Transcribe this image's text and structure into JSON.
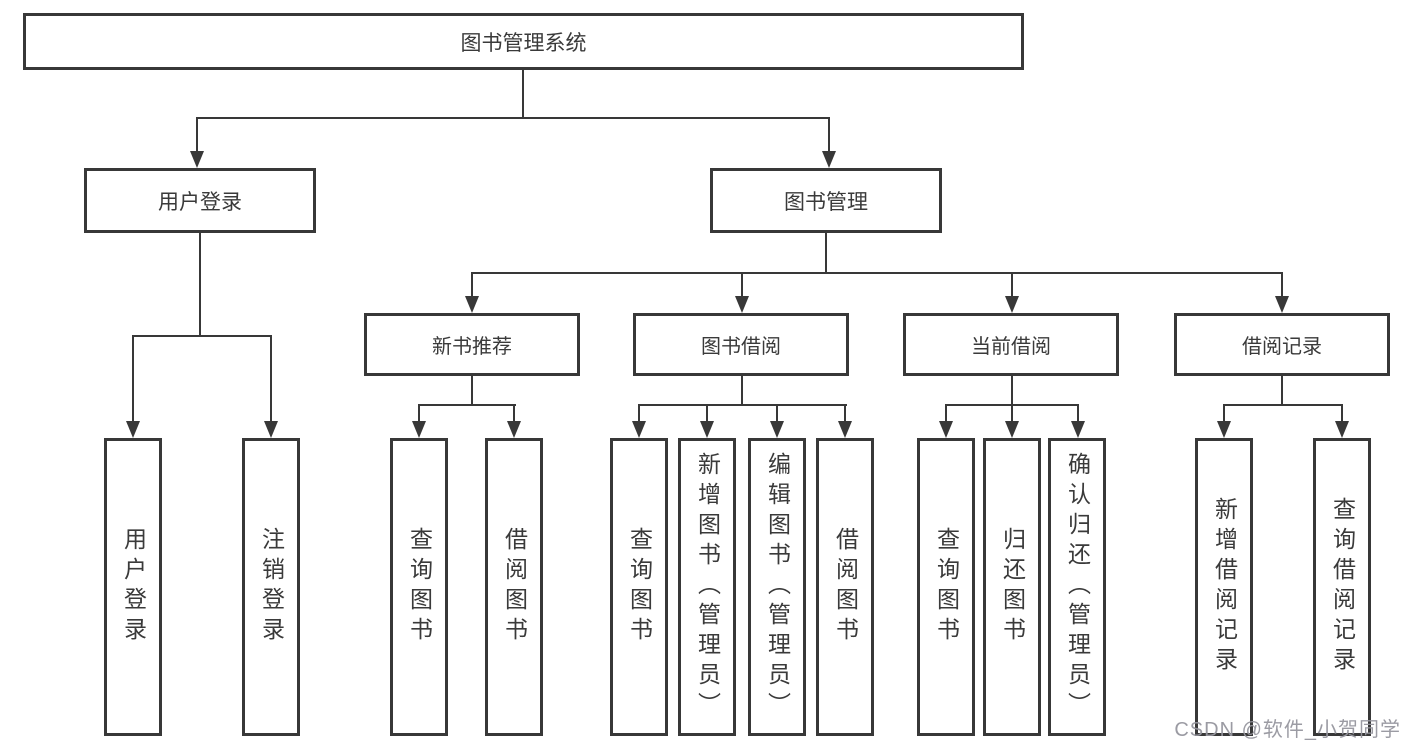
{
  "diagram": {
    "title": "图书管理系统",
    "level2": {
      "user_login": "用户登录",
      "book_mgmt": "图书管理"
    },
    "level3": {
      "new_books": "新书推荐",
      "book_borrow": "图书借阅",
      "current_borrow": "当前借阅",
      "borrow_records": "借阅记录"
    },
    "leaves": {
      "user_login_leaf": "用户登录",
      "logout": "注销登录",
      "nb_query": "查询图书",
      "nb_borrow": "借阅图书",
      "bb_query": "查询图书",
      "bb_add": "新增图书（管理员）",
      "bb_edit": "编辑图书（管理员）",
      "bb_borrow": "借阅图书",
      "cb_query": "查询图书",
      "cb_return": "归还图书",
      "cb_confirm": "确认归还（管理员）",
      "br_add": "新增借阅记录",
      "br_query": "查询借阅记录"
    },
    "colors": {
      "line": "#383838",
      "text": "#3a3a3a",
      "background": "#ffffff"
    },
    "watermark": "CSDN @软件_小贺同学"
  }
}
